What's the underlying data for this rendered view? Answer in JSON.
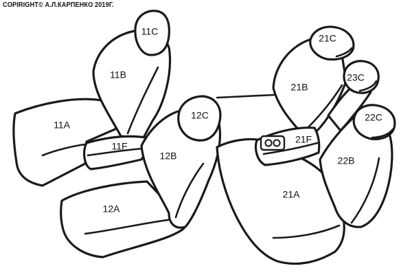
{
  "copyright": "COPIRIGHT© А.Л.КАРПЕНКО 2019Г.",
  "labels": {
    "11C": "11C",
    "11B": "11B",
    "11A": "11A",
    "11F": "11F",
    "12C": "12C",
    "12B": "12B",
    "12A": "12A",
    "21C": "21C",
    "21B": "21B",
    "23C": "23C",
    "22C": "22C",
    "21F": "21F",
    "22B": "22B",
    "21A": "21A"
  }
}
